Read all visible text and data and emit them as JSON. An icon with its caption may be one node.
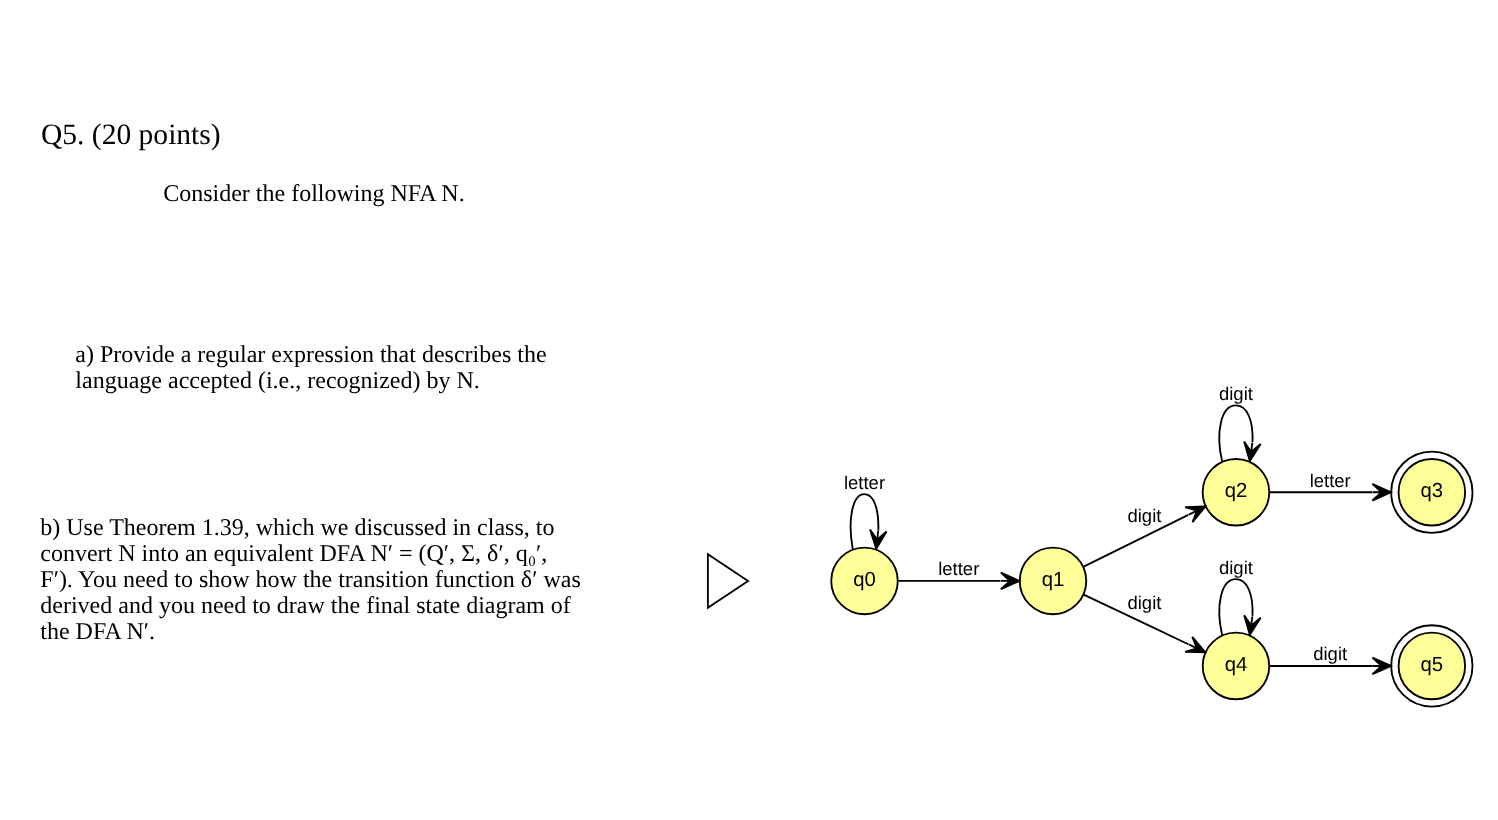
{
  "diagram": {
    "title": "Q5. (20 points)",
    "nodes": [
      {
        "text": [],
        "shape": "triangle"
      },
      {
        "text": [
          "q0"
        ]
      },
      {
        "text": [
          "q1"
        ]
      },
      {
        "text": [
          "q2"
        ]
      },
      {
        "text": [
          "q3"
        ]
      },
      {
        "text": [
          "q4"
        ]
      },
      {
        "text": [
          "q5"
        ]
      }
    ],
    "edges": [
      {
        "from": 1,
        "to": 1,
        "arrow": "to",
        "label": "letter"
      },
      {
        "from": 1,
        "to": 2,
        "arrow": "to",
        "label": "letter"
      },
      {
        "from": 2,
        "to": 3,
        "arrow": "to",
        "label": "digit"
      },
      {
        "from": 3,
        "to": 3,
        "arrow": "to",
        "label": "digit"
      },
      {
        "from": 3,
        "to": 4,
        "arrow": "to",
        "label": "letter"
      },
      {
        "from": 2,
        "to": 5,
        "arrow": "to",
        "label": "digit"
      },
      {
        "from": 5,
        "to": 5,
        "arrow": "to",
        "label": "digit"
      },
      {
        "from": 5,
        "to": 6,
        "arrow": "to",
        "label": "digit"
      }
    ],
    "labels": [
      "Consider the following NFA N.",
      "a) Provide a regular expression that describes the language accepted (i.e., recognized) by N.",
      "b) Use Theorem 1.39, which we discussed in class, to convert N into an equivalent DFA N′ = (Q′, Σ, δ′, q₀′, F′). You need to show how the transition function δ′ was derived and you need to draw the final state diagram of the DFA N′."
    ]
  }
}
